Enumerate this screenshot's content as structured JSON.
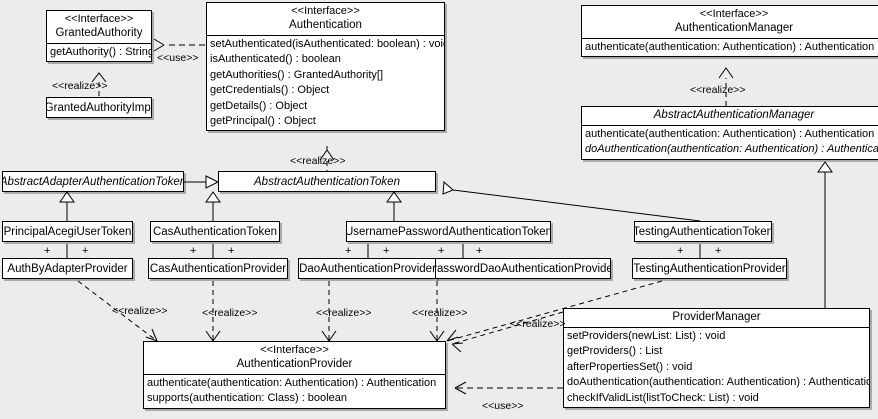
{
  "diagram": {
    "type": "uml-class-diagram",
    "background_color": "#ececec",
    "box_fill": "#ffffff",
    "line_color": "#000000"
  },
  "classes": {
    "granted_authority": {
      "stereotype": "<<Interface>>",
      "name": "GrantedAuthority",
      "methods": [
        "getAuthority() : String"
      ]
    },
    "granted_authority_impl": {
      "name": "GrantedAuthorityImpl",
      "methods": []
    },
    "authentication": {
      "stereotype": "<<Interface>>",
      "name": "Authentication",
      "methods": [
        "setAuthenticated(isAuthenticated: boolean) : void",
        "isAuthenticated() : boolean",
        "getAuthorities() : GrantedAuthority[]",
        "getCredentials() : Object",
        "getDetails() : Object",
        "getPrincipal() : Object"
      ]
    },
    "authentication_manager": {
      "stereotype": "<<Interface>>",
      "name": "AuthenticationManager",
      "methods": [
        "authenticate(authentication: Authentication) : Authentication"
      ]
    },
    "abstract_authentication_manager": {
      "name": "AbstractAuthenticationManager",
      "abstract": true,
      "methods": [
        "authenticate(authentication: Authentication) : Authentication",
        "doAuthentication(authentication: Authentication) : Authentication"
      ],
      "abstract_methods": [
        1
      ]
    },
    "abstract_adapter_authentication_token": {
      "name": "AbstractAdapterAuthenticationToken",
      "abstract": true,
      "methods": []
    },
    "abstract_authentication_token": {
      "name": "AbstractAuthenticationToken",
      "abstract": true,
      "methods": []
    },
    "principal_acegi_user_token": {
      "name": "PrincipalAcegiUserToken",
      "methods": []
    },
    "cas_authentication_token": {
      "name": "CasAuthenticationToken",
      "methods": []
    },
    "username_password_authentication_token": {
      "name": "UsernamePasswordAuthenticationToken",
      "methods": []
    },
    "testing_authentication_token": {
      "name": "TestingAuthenticationToken",
      "methods": []
    },
    "auth_by_adapter_provider": {
      "name": "AuthByAdapterProvider",
      "methods": []
    },
    "cas_authentication_provider": {
      "name": "CasAuthenticationProvider",
      "methods": []
    },
    "dao_authentication_provider": {
      "name": "DaoAuthenticationProvider",
      "methods": []
    },
    "password_dao_authentication_provider": {
      "name": "PasswordDaoAuthenticationProvider",
      "methods": []
    },
    "testing_authentication_provider": {
      "name": "TestingAuthenticationProvider",
      "methods": []
    },
    "authentication_provider": {
      "stereotype": "<<Interface>>",
      "name": "AuthenticationProvider",
      "methods": [
        "authenticate(authentication: Authentication) : Authentication",
        "supports(authentication: Class) : boolean"
      ]
    },
    "provider_manager": {
      "name": "ProviderManager",
      "methods": [
        "setProviders(newList: List) : void",
        "getProviders() : List",
        "afterPropertiesSet() : void",
        "doAuthentication(authentication: Authentication) : Authentication",
        "checkIfValidList(listToCheck: List) : void"
      ]
    }
  },
  "edge_labels": {
    "use_granted_authority": "<<use>>",
    "realize_granted_authority_impl": "<<realize>>",
    "realize_abstract_authentication_token": "<<realize>>",
    "realize_authentication_manager": "<<realize>>",
    "realize_auth_by_adapter": "<<realize>>",
    "realize_cas_provider": "<<realize>>",
    "realize_dao_provider": "<<realize>>",
    "realize_password_dao_provider": "<<realize>>",
    "realize_provider_manager": "<<realize>>",
    "use_provider_manager": "<<use>>"
  },
  "multiplicities": {
    "plus": "+"
  }
}
